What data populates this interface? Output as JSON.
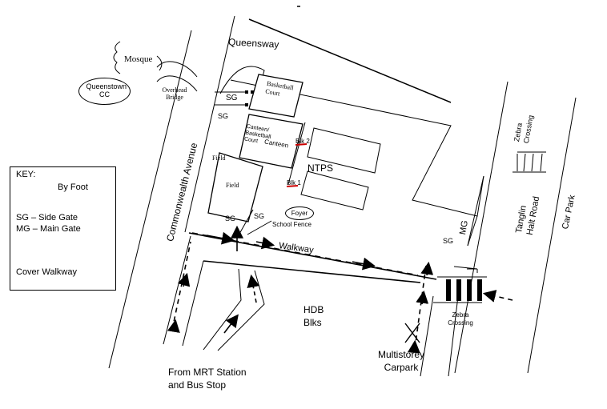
{
  "labels": {
    "queensway": "Queensway",
    "mosque": "Mosque",
    "queenstown_cc": "Queenstown CC",
    "overhead_bridge": "Overhead Bridge",
    "commonwealth_avenue": "Commonwealth Avenue",
    "basketball_court": "Basketball Court",
    "canteen_basketball_court": "Canteen/ Basketball Court",
    "canteen": "Canteen",
    "field_top": "Field",
    "field": "Field",
    "sg_top": "SG",
    "sg_left": "SG",
    "sg_bottom_1": "SG",
    "sg_bottom_2": "SG",
    "sg_mg": "SG",
    "blk2": "Blk 2",
    "blk1": "Blk 1",
    "ntps": "NTPS",
    "foyer": "Foyer",
    "school_fence": "School Fence",
    "walkway": "Walkway",
    "mg": "MG",
    "hdb_blks": "HDB Blks",
    "zebra_crossing": "Zebra Crossing",
    "zebra_crossing_top": "Zebra Crossing",
    "tanglin_halt_road": "Tanglin Halt Road",
    "car_park": "Car Park",
    "multistorey_carpark": "Multistorey Carpark",
    "from_mrt": "From MRT Station and Bus Stop"
  },
  "key": {
    "title": "KEY:",
    "by_foot": "By Foot",
    "sg": "SG – Side Gate",
    "mg": "MG – Main Gate",
    "cover_walkway": "Cover Walkway"
  },
  "colors": {
    "line": "#000000",
    "block_mark": "#cc0000",
    "background": "#ffffff"
  }
}
